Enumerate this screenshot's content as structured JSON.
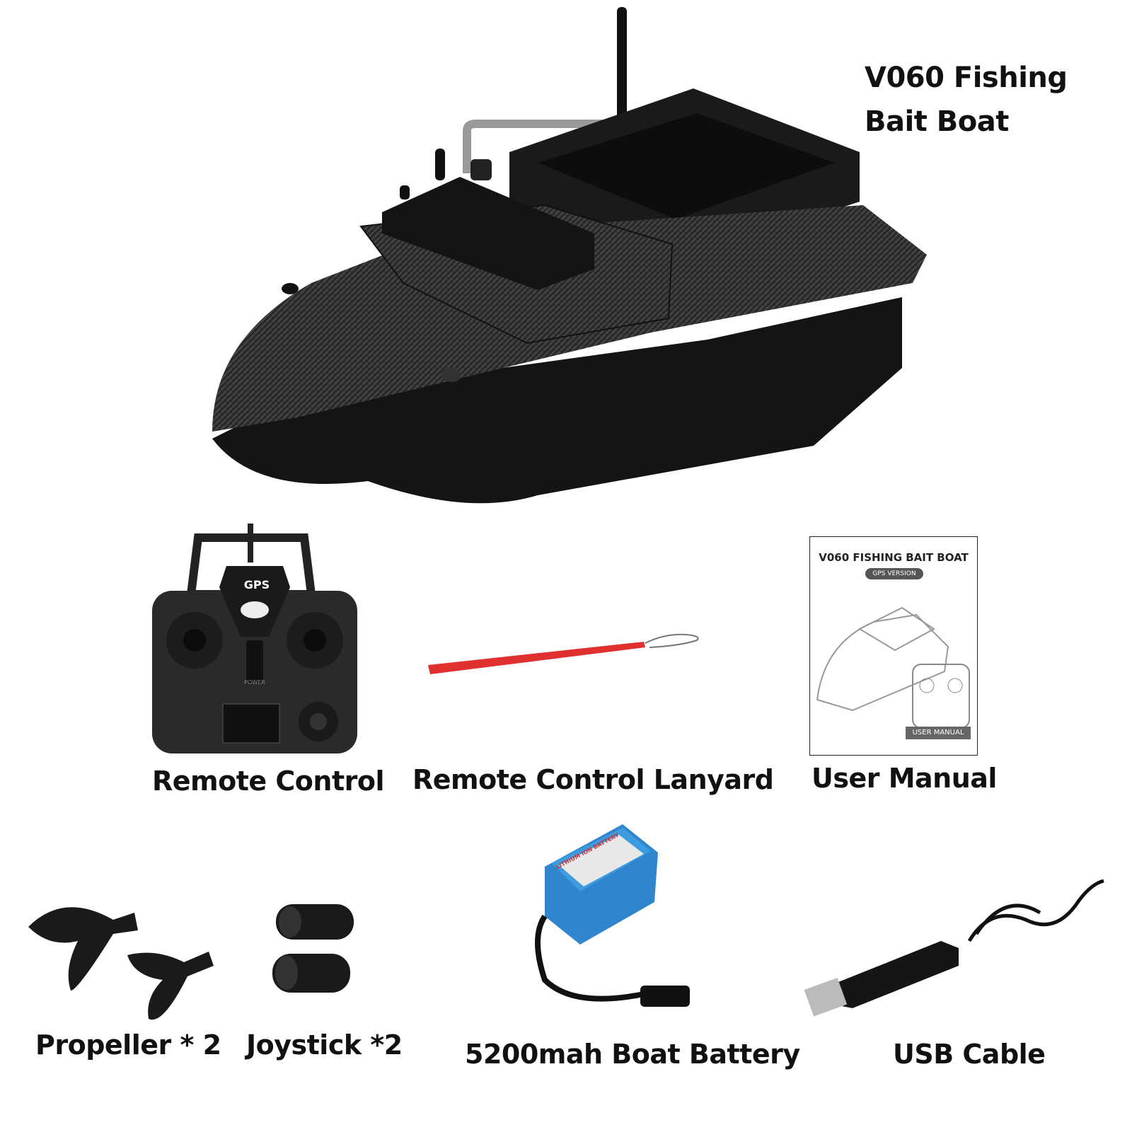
{
  "title": {
    "line1": "V060 Fishing",
    "line2": "Bait Boat"
  },
  "items": {
    "remote_control": "Remote Control",
    "lanyard": "Remote Control Lanyard",
    "user_manual": "User Manual",
    "propeller": "Propeller * 2",
    "joystick": "Joystick *2",
    "battery": "5200mah Boat Battery",
    "usb_cable": "USB Cable"
  },
  "remote": {
    "badge": "GPS",
    "switch_label": "POWER"
  },
  "manual": {
    "heading": "V060 FISHING BAIT BOAT",
    "version_badge": "GPS VERSION",
    "footer_badge": "USER MANUAL"
  },
  "battery": {
    "label_text": "LITHIUM ION BATTERY"
  },
  "colors": {
    "lanyard": "#e03030",
    "battery": "#2f86cf",
    "carbon": "#2a2a2a"
  }
}
